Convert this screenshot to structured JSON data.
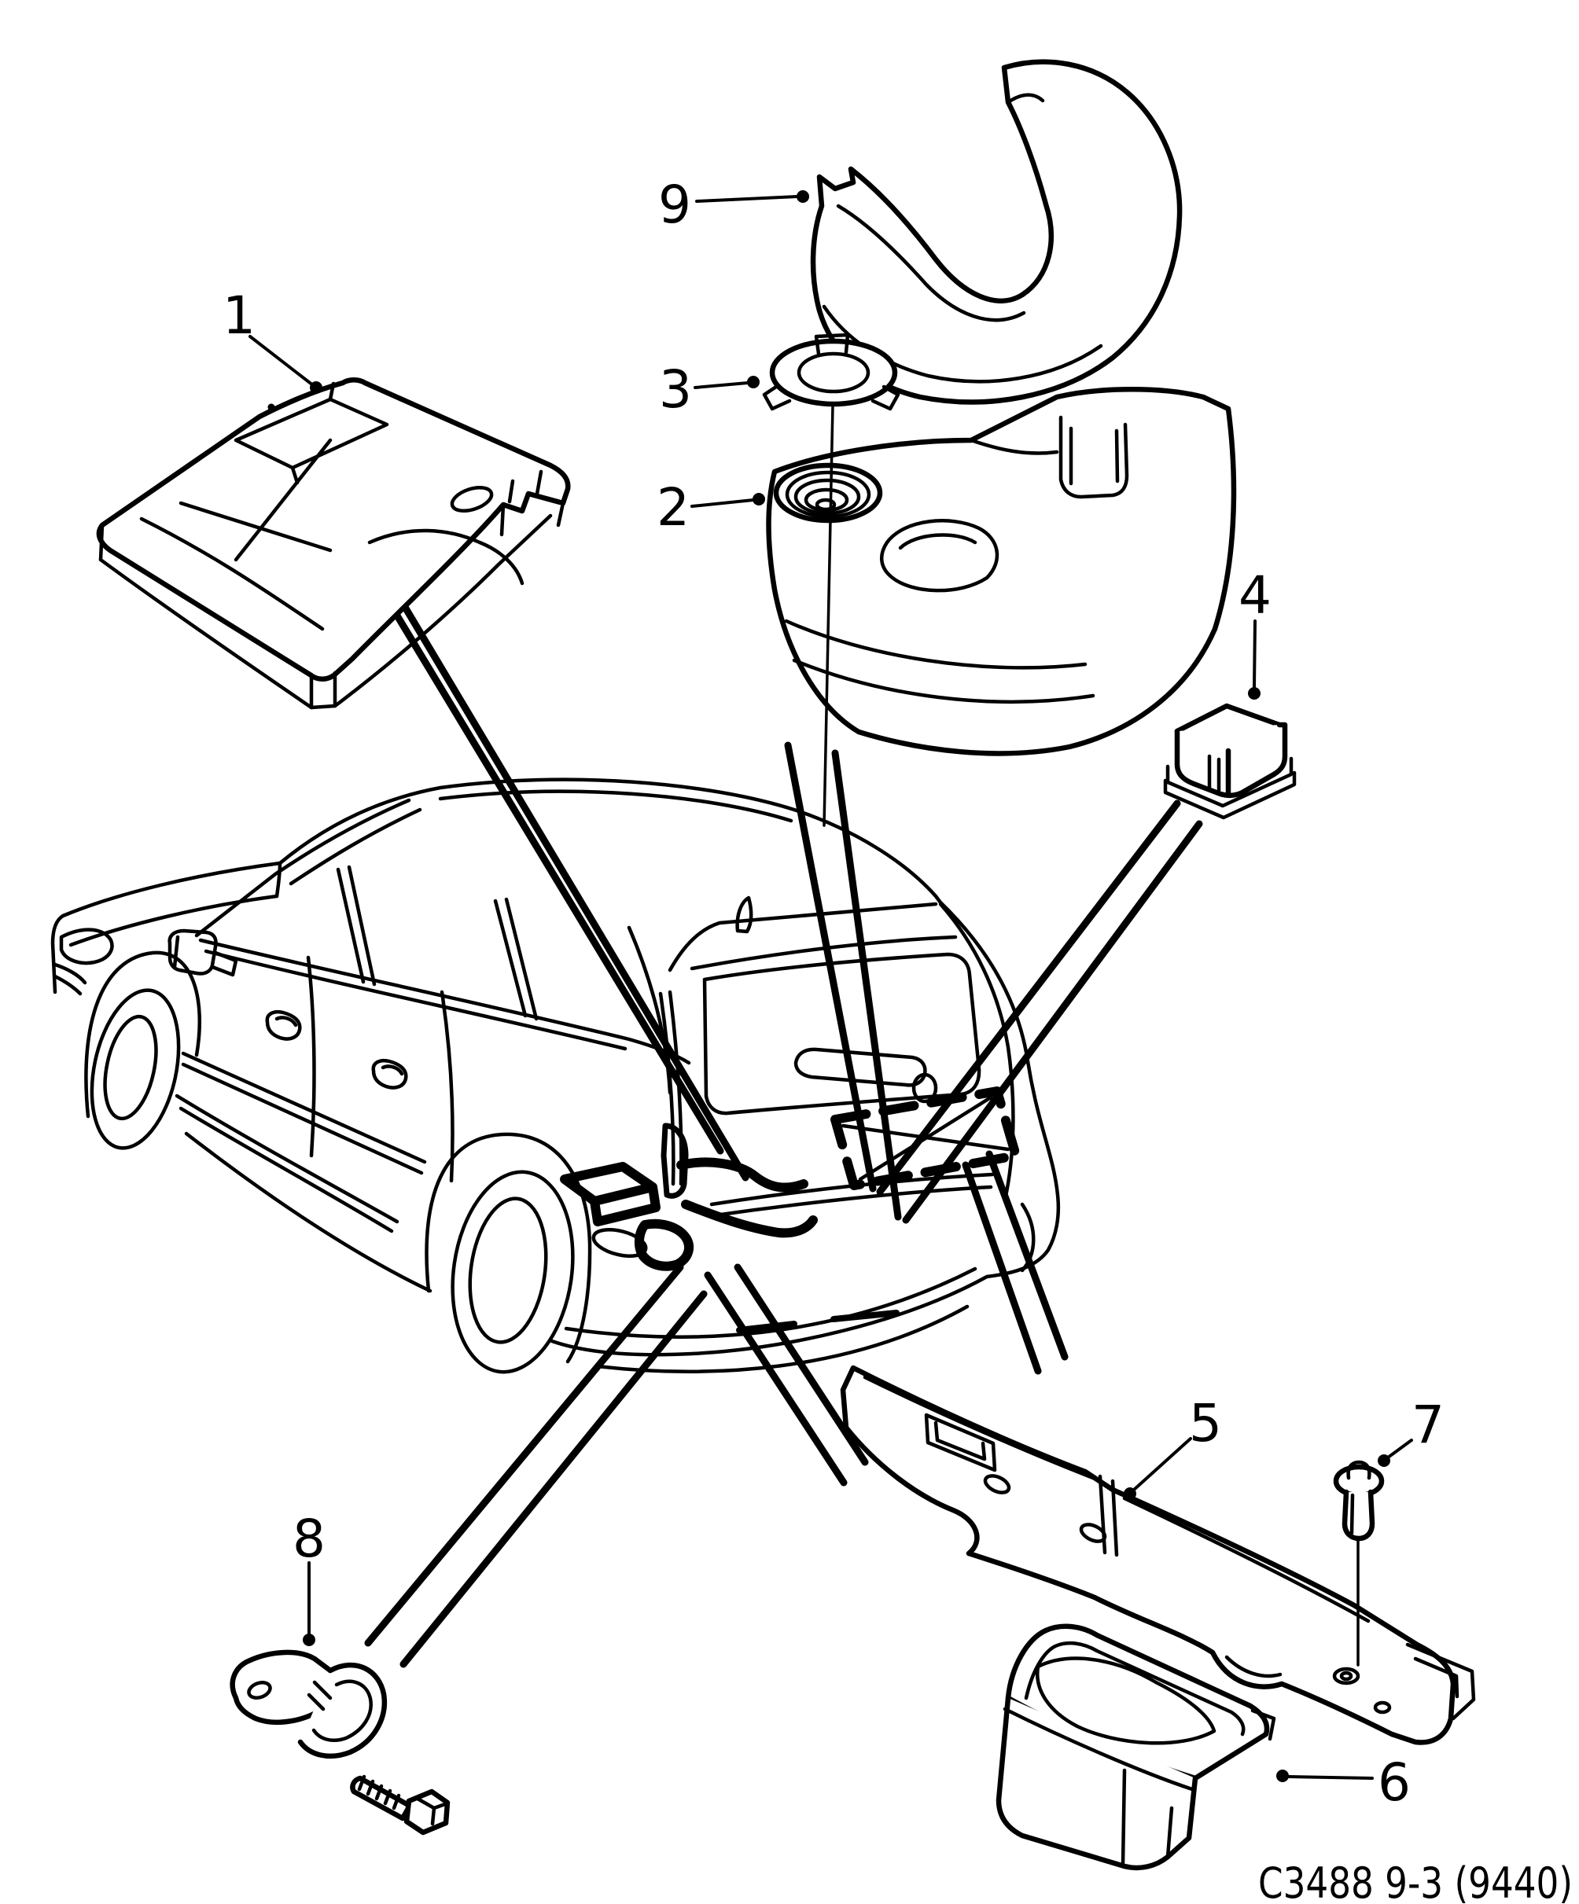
{
  "diagram": {
    "type": "exploded-parts-diagram",
    "subject": "station-wagon-rear-cargo-trim-and-foam-inserts",
    "caption": "C3488 9-3 (9440)",
    "colors": {
      "background": "#ffffff",
      "line": "#000000"
    },
    "callouts": {
      "c1": "1",
      "c2": "2",
      "c3": "3",
      "c4": "4",
      "c5": "5",
      "c6": "6",
      "c7": "7",
      "c8": "8",
      "c9": "9"
    }
  }
}
